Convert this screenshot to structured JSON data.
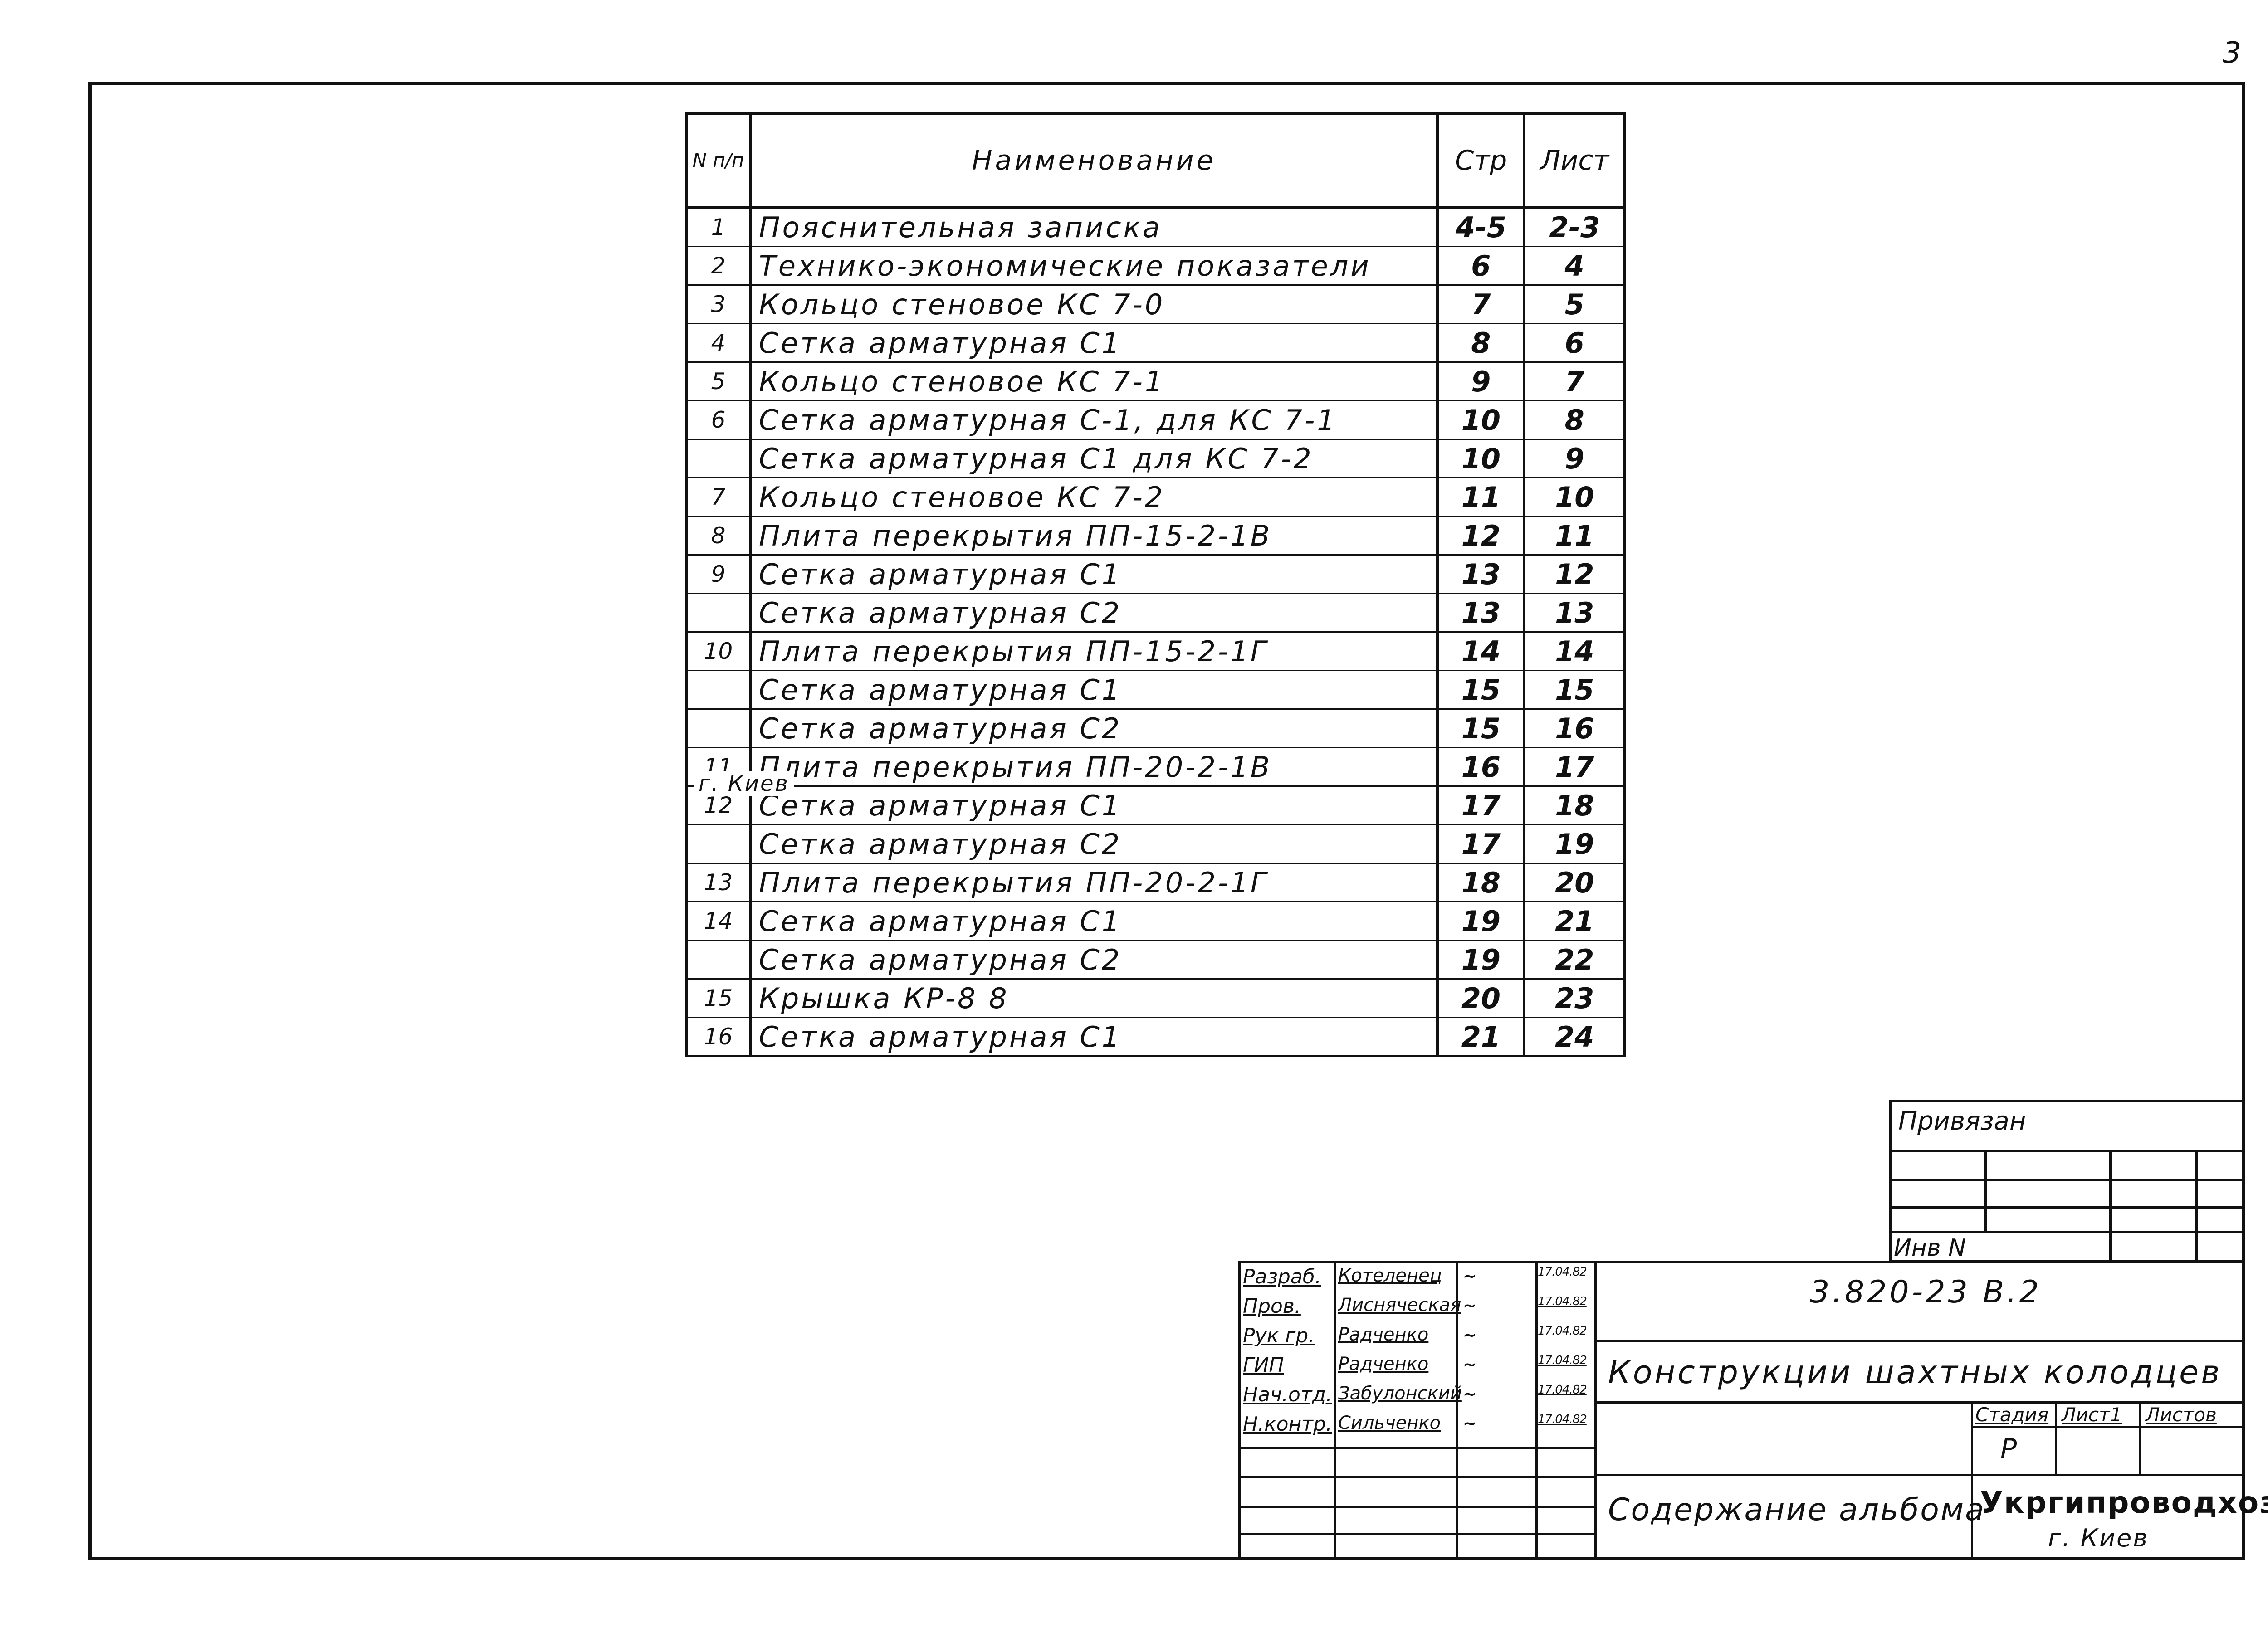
{
  "page_number": "3",
  "contents": {
    "headers": {
      "num": "N п/п",
      "name": "Наименование",
      "page": "Стр",
      "sheet": "Лист"
    },
    "rows": [
      {
        "num": "1",
        "name": "Пояснительная записка",
        "page": "4-5",
        "sheet": "2-3"
      },
      {
        "num": "2",
        "name": "Технико-экономические показатели",
        "page": "6",
        "sheet": "4"
      },
      {
        "num": "3",
        "name": "Кольцо стеновое КС 7-0",
        "page": "7",
        "sheet": "5"
      },
      {
        "num": "4",
        "name": "Сетка арматурная С1",
        "page": "8",
        "sheet": "6"
      },
      {
        "num": "5",
        "name": "Кольцо стеновое КС 7-1",
        "page": "9",
        "sheet": "7"
      },
      {
        "num": "6",
        "name": "Сетка арматурная С-1, для КС 7-1",
        "page": "10",
        "sheet": "8"
      },
      {
        "num": "",
        "name": "Сетка арматурная С1 для КС 7-2",
        "page": "10",
        "sheet": "9"
      },
      {
        "num": "7",
        "name": "Кольцо стеновое КС 7-2",
        "page": "11",
        "sheet": "10"
      },
      {
        "num": "8",
        "name": "Плита перекрытия ПП-15-2-1В",
        "page": "12",
        "sheet": "11"
      },
      {
        "num": "9",
        "name": "Сетка арматурная С1",
        "page": "13",
        "sheet": "12"
      },
      {
        "num": "",
        "name": "Сетка арматурная С2",
        "page": "13",
        "sheet": "13"
      },
      {
        "num": "10",
        "name": "Плита перекрытия ПП-15-2-1Г",
        "page": "14",
        "sheet": "14"
      },
      {
        "num": "",
        "name": "Сетка арматурная С1",
        "page": "15",
        "sheet": "15"
      },
      {
        "num": "",
        "name": "Сетка арматурная С2",
        "page": "15",
        "sheet": "16"
      },
      {
        "num": "11",
        "name": "Плита перекрытия ПП-20-2-1В",
        "page": "16",
        "sheet": "17"
      },
      {
        "num": "12",
        "name": "Сетка арматурная С1",
        "page": "17",
        "sheet": "18"
      },
      {
        "num": "",
        "name": "Сетка арматурная С2",
        "page": "17",
        "sheet": "19"
      },
      {
        "num": "13",
        "name": "Плита перекрытия ПП-20-2-1Г",
        "page": "18",
        "sheet": "20"
      },
      {
        "num": "14",
        "name": "Сетка арматурная С1",
        "page": "19",
        "sheet": "21"
      },
      {
        "num": "",
        "name": "Сетка арматурная С2",
        "page": "19",
        "sheet": "22"
      },
      {
        "num": "15",
        "name": "Крышка КР-8 8",
        "page": "20",
        "sheet": "23"
      },
      {
        "num": "16",
        "name": "Сетка арматурная С1",
        "page": "21",
        "sheet": "24"
      }
    ],
    "overlay_city": "г. Киев"
  },
  "binding_block": {
    "label": "Привязан",
    "inv_label": "Инв N"
  },
  "title_block": {
    "roles": [
      {
        "role": "Разраб.",
        "name": "Котеленец",
        "date": "17.04.82"
      },
      {
        "role": "Пров.",
        "name": "Лисняческая",
        "date": "17.04.82"
      },
      {
        "role": "Рук гр.",
        "name": "Радченко",
        "date": "17.04.82"
      },
      {
        "role": "ГИП",
        "name": "Радченко",
        "date": "17.04.82"
      },
      {
        "role": "Нач.отд.",
        "name": "Забулонский",
        "date": "17.04.82"
      },
      {
        "role": "Н.контр.",
        "name": "Сильченко",
        "date": "17.04.82"
      }
    ],
    "doc_code": "3.820-23 В.2",
    "project_title": "Конструкции шахтных колодцев",
    "sheet_title": "Содержание альбома",
    "stage_label": "Стадия",
    "sheet_label": "Лист",
    "sheet_value": "1",
    "sheets_label": "Листов",
    "stage_value": "Р",
    "org_name": "Укргипроводхоз",
    "org_city": "г. Киев"
  }
}
